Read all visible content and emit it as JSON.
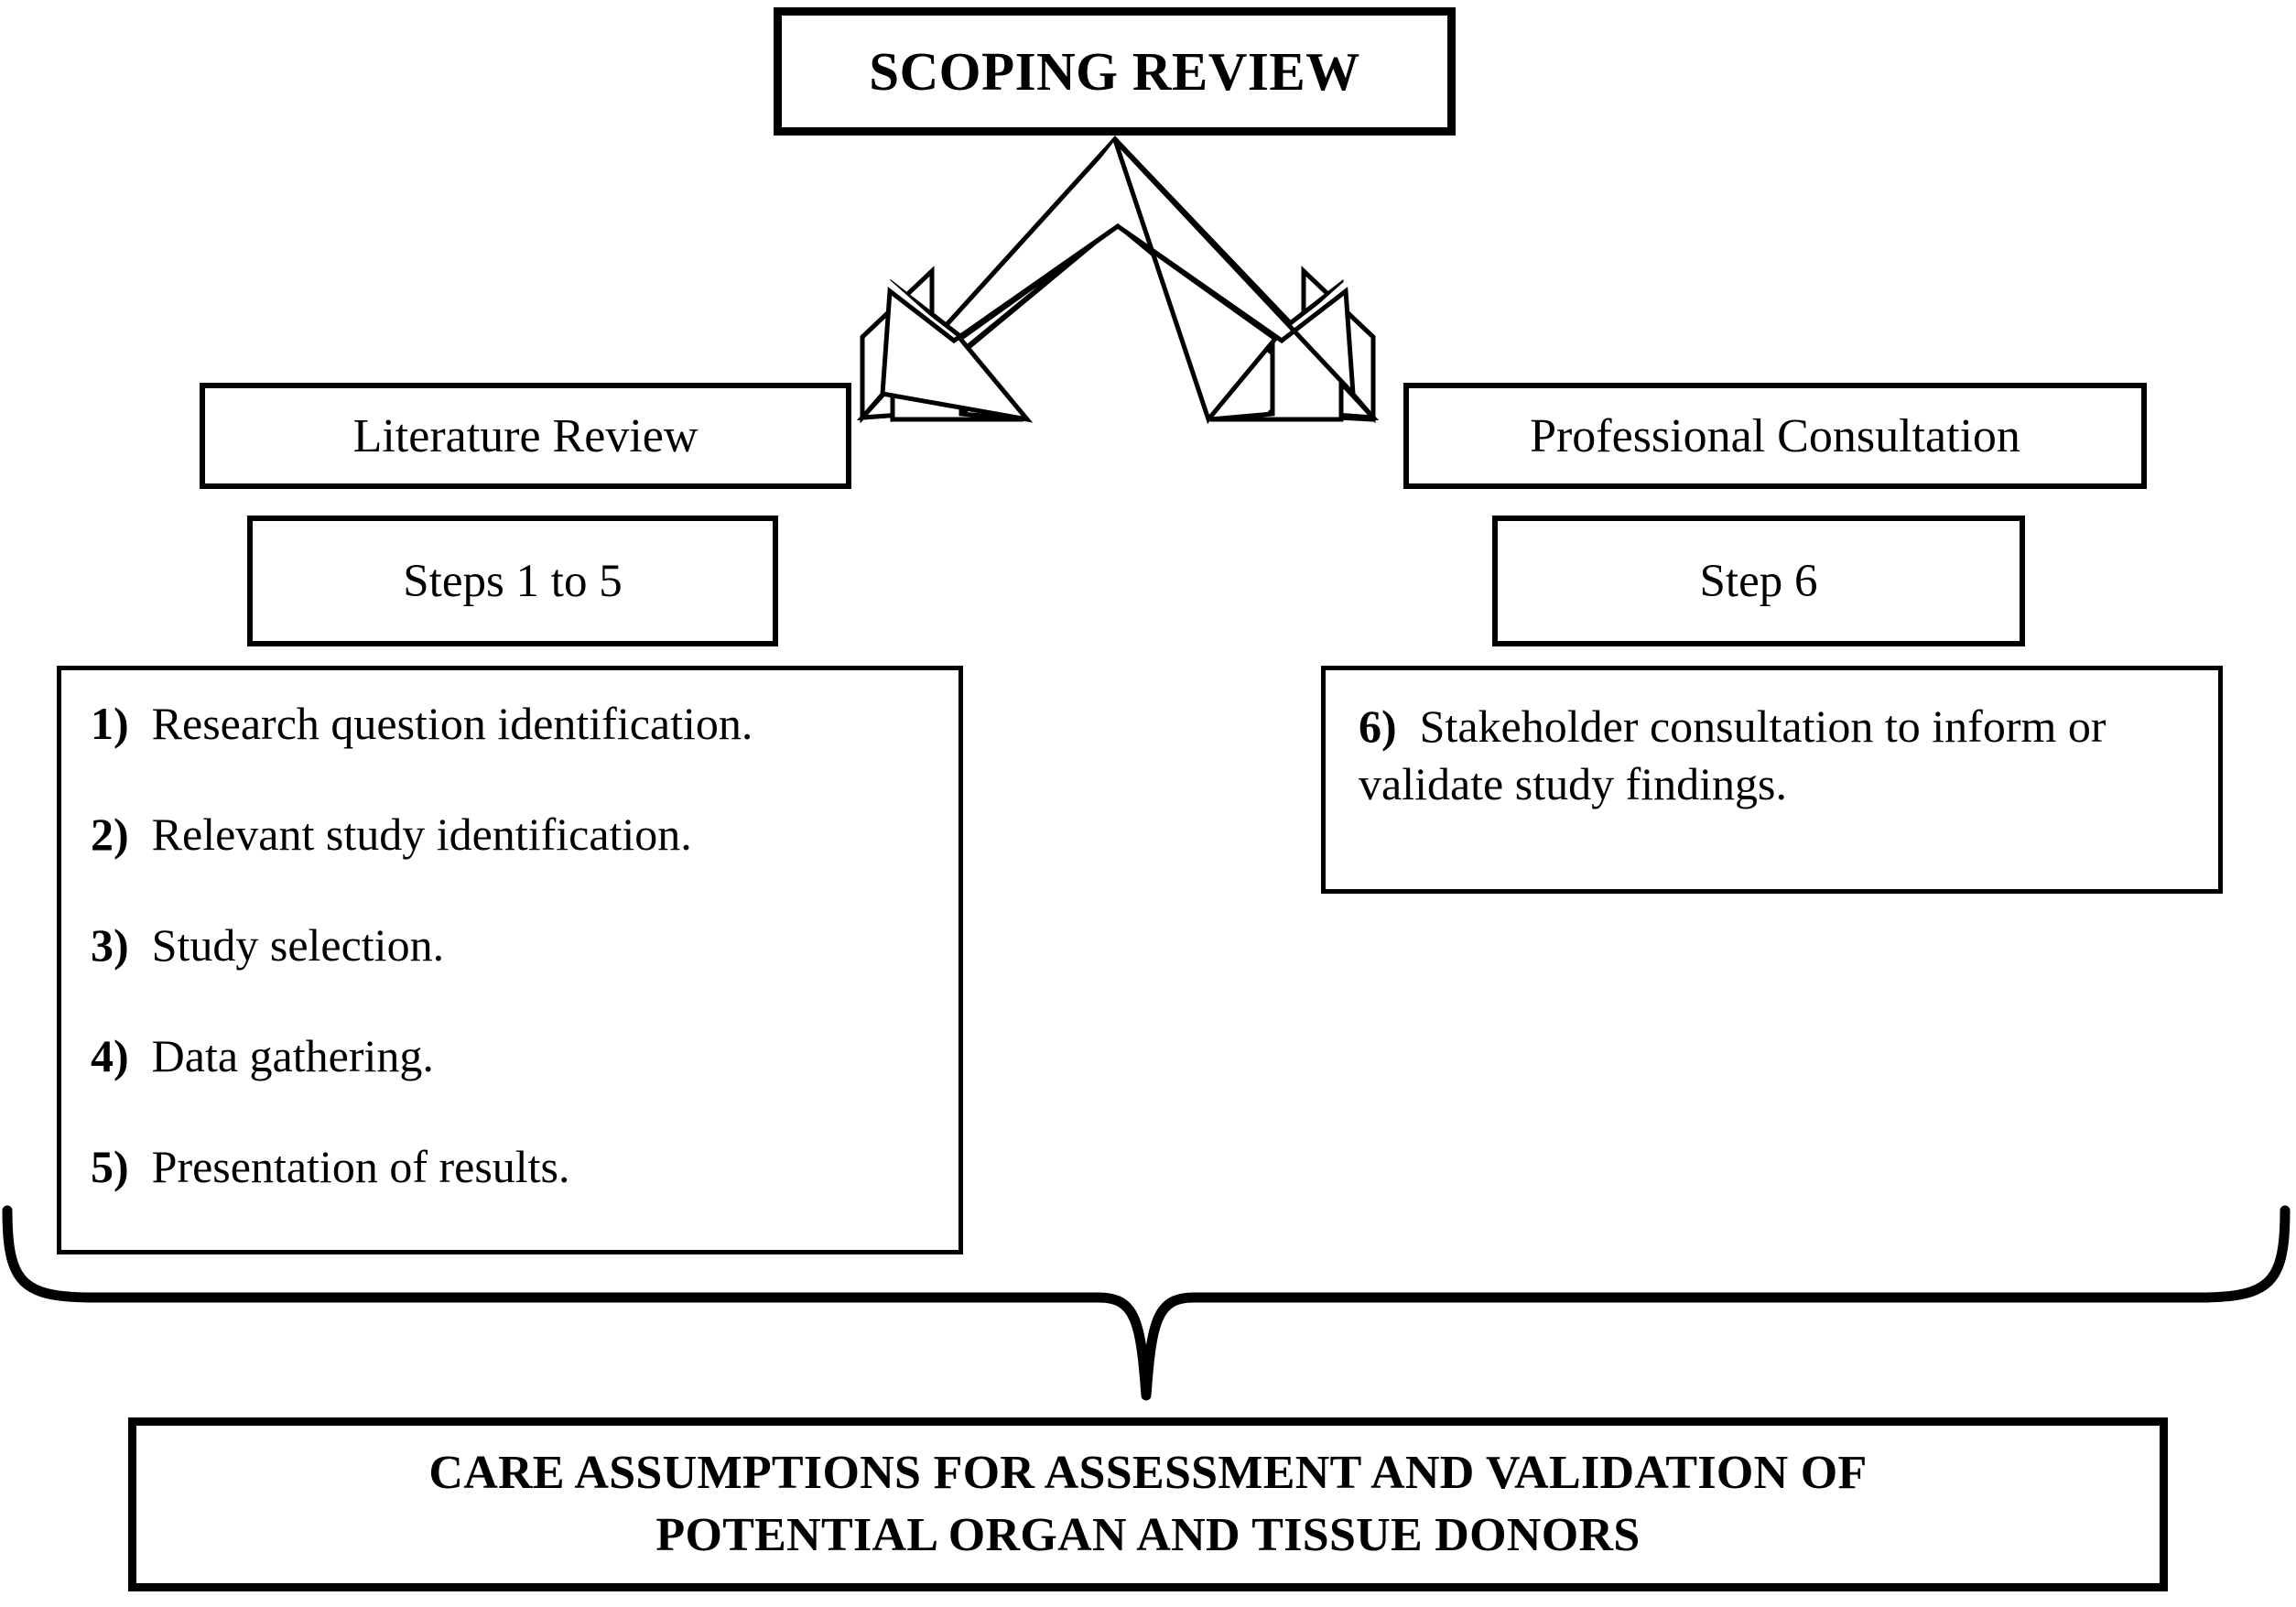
{
  "diagram": {
    "title_box": {
      "label": "SCOPING REVIEW"
    },
    "branches": {
      "left": {
        "header": "Literature Review",
        "steps_label": "Steps 1 to 5",
        "items": [
          {
            "number": "1)",
            "text": "Research question identification."
          },
          {
            "number": "2)",
            "text": "Relevant study identification."
          },
          {
            "number": "3)",
            "text": "Study selection."
          },
          {
            "number": "4)",
            "text": "Data gathering."
          },
          {
            "number": "5)",
            "text": "Presentation of results."
          }
        ]
      },
      "right": {
        "header": "Professional Consultation",
        "steps_label": "Step 6",
        "items": [
          {
            "number": "6)",
            "text": "Stakeholder consultation to inform or validate study findings."
          }
        ]
      }
    },
    "conclusion": {
      "line1": "CARE ASSUMPTIONS FOR ASSESSMENT AND VALIDATION OF",
      "line2": "POTENTIAL ORGAN AND TISSUE DONORS"
    },
    "connectors": {
      "split_arrow": "double-headed-down-arrow",
      "merge_brace": "curly-brace-down"
    },
    "colors": {
      "stroke": "#000000",
      "background": "#ffffff",
      "text": "#000000"
    }
  }
}
